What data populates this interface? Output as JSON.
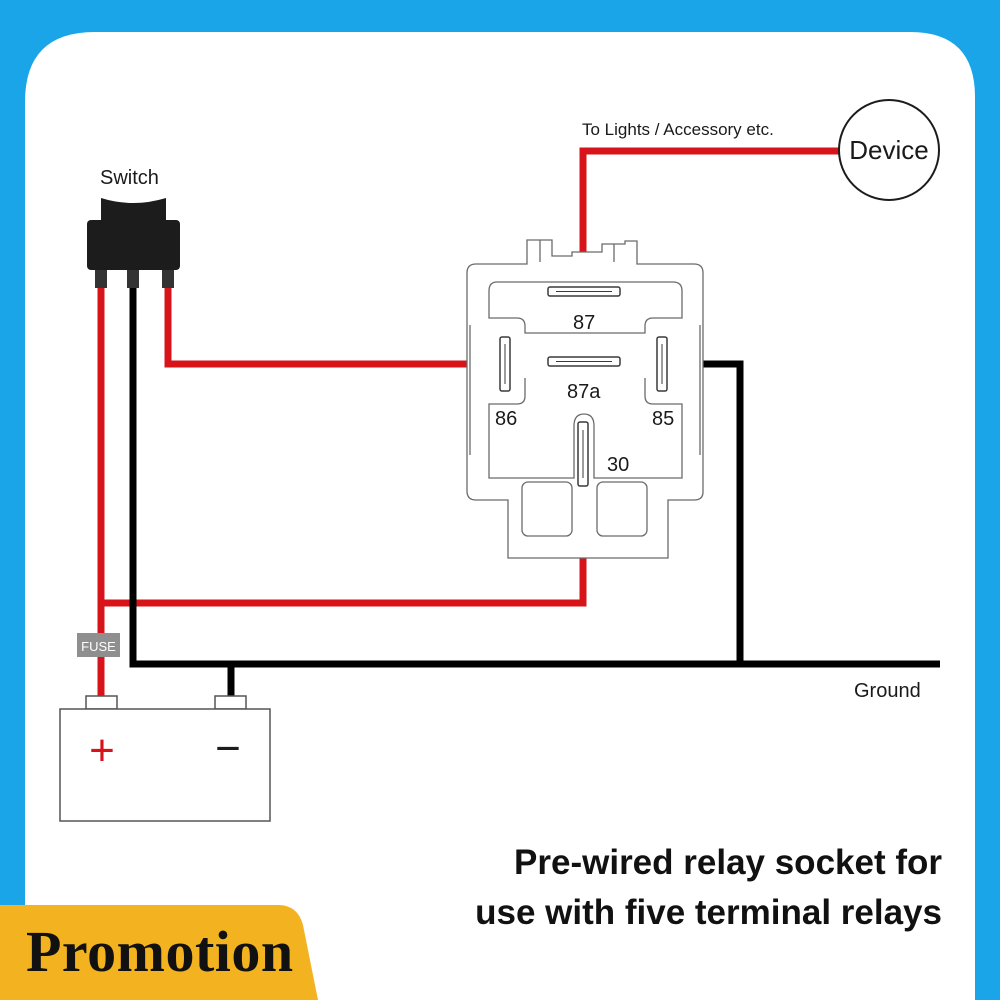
{
  "colors": {
    "frame": "#1aa5e8",
    "wire_positive": "#d7141a",
    "wire_ground": "#000000",
    "promo_banner": "#f3b320",
    "fuse": "#8f8f8f"
  },
  "labels": {
    "switch": "Switch",
    "accessory": "To Lights / Accessory etc.",
    "device": "Device",
    "fuse": "FUSE",
    "ground": "Ground",
    "battery_positive": "+",
    "battery_negative": "−"
  },
  "relay": {
    "pins": {
      "p87": "87",
      "p87a": "87a",
      "p86": "86",
      "p85": "85",
      "p30": "30"
    }
  },
  "tagline": {
    "line1": "Pre-wired relay socket for",
    "line2": "use with five terminal relays"
  },
  "promo": {
    "label": "Promotion"
  }
}
